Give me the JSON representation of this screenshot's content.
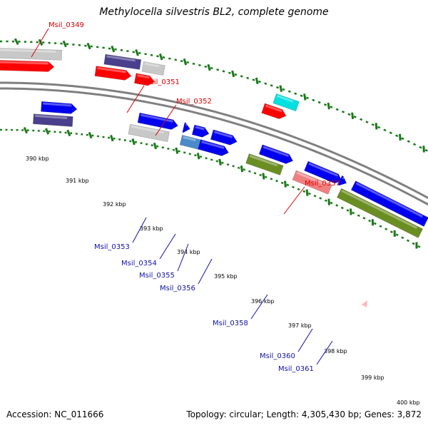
{
  "title": "Methylocella silvestris BL2, complete genome",
  "accession": "Accession: NC_011666",
  "summary": "Topology: circular; Length: 4,305,430 bp; Genes: 3,872",
  "colors": {
    "label_top": "#dd0000",
    "label_bottom": "#1111aa",
    "backbone": "#808080",
    "ticks": "#1a7a1a"
  },
  "kbp_labels": [
    "390 kbp",
    "391 kbp",
    "392 kbp",
    "393 kbp",
    "394 kbp",
    "395 kbp",
    "396 kbp",
    "397 kbp",
    "398 kbp",
    "399 kbp",
    "400 kbp"
  ],
  "gene_labels": [
    "Msil_0349",
    "Msil_0351",
    "Msil_0352",
    "Msil_0357",
    "Msil_0353",
    "Msil_0354",
    "Msil_0355",
    "Msil_0356",
    "Msil_0358",
    "Msil_0360",
    "Msil_0361"
  ]
}
